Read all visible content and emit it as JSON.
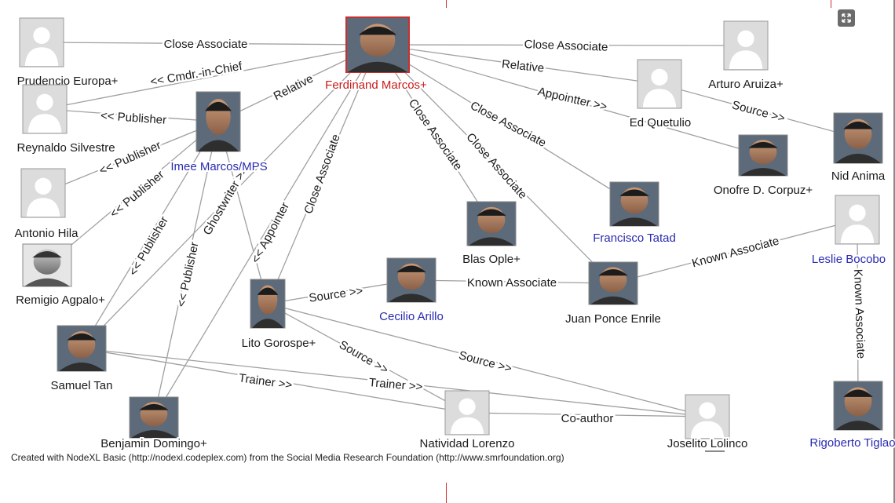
{
  "colors": {
    "edge": "#a0a0a0",
    "node_label": "#1a1a1a",
    "node_label_link": "#2a2ab0",
    "node_label_focus": "#c81a1a",
    "focus_border": "#c83030",
    "avatar_bg": "#dcdcdc",
    "avatar_fg": "#ffffff"
  },
  "icons": {
    "expand": "expand-icon",
    "placeholder": "person-silhouette-icon"
  },
  "footer": "Created with NodeXL Basic (http://nodexl.codeplex.com) from the Social Media Research Foundation (http://www.smrfoundation.org)",
  "nodes": [
    {
      "id": "ferdinand",
      "label": "Ferdinand Marcos+",
      "style": "focus",
      "photo": true
    },
    {
      "id": "prudencio",
      "label": "Prudencio Europa+",
      "style": "plain",
      "photo": false
    },
    {
      "id": "reynaldo",
      "label": "Reynaldo Silvestre",
      "style": "plain",
      "photo": false
    },
    {
      "id": "imee",
      "label": "Imee Marcos/MPS",
      "style": "link",
      "photo": true
    },
    {
      "id": "antonio",
      "label": "Antonio Hila",
      "style": "plain",
      "photo": false
    },
    {
      "id": "remigio",
      "label": "Remigio Agpalo+",
      "style": "plain",
      "photo": true
    },
    {
      "id": "samuel",
      "label": "Samuel Tan",
      "style": "plain",
      "photo": true
    },
    {
      "id": "benjamin",
      "label": "Benjamin Domingo+",
      "style": "plain",
      "photo": true
    },
    {
      "id": "lito",
      "label": "Lito Gorospe+",
      "style": "plain",
      "photo": true
    },
    {
      "id": "cecilio",
      "label": "Cecilio Arillo",
      "style": "link",
      "photo": true
    },
    {
      "id": "blas",
      "label": "Blas Ople+",
      "style": "plain",
      "photo": true
    },
    {
      "id": "francisco",
      "label": "Francisco Tatad",
      "style": "link",
      "photo": true
    },
    {
      "id": "juan",
      "label": "Juan Ponce Enrile",
      "style": "plain",
      "photo": true
    },
    {
      "id": "natividad",
      "label": "Natividad Lorenzo",
      "style": "plain",
      "photo": false
    },
    {
      "id": "joselito",
      "label": "Joselito Lolinco",
      "style": "plain",
      "photo": false
    },
    {
      "id": "ed",
      "label": "Ed Quetulio",
      "style": "plain",
      "photo": false
    },
    {
      "id": "arturo",
      "label": "Arturo Aruiza+",
      "style": "plain",
      "photo": false
    },
    {
      "id": "onofre",
      "label": "Onofre D. Corpuz+",
      "style": "plain",
      "photo": true
    },
    {
      "id": "nid",
      "label": "Nid Anima",
      "style": "plain",
      "photo": true
    },
    {
      "id": "leslie",
      "label": "Leslie Bocobo",
      "style": "link",
      "photo": false
    },
    {
      "id": "rigoberto",
      "label": "Rigoberto Tiglao",
      "style": "link",
      "photo": true
    }
  ],
  "edges": [
    {
      "from": "ferdinand",
      "to": "prudencio",
      "label": "Close Associate"
    },
    {
      "from": "ferdinand",
      "to": "reynaldo",
      "label": "<< Cmdr.-in-Chief"
    },
    {
      "from": "ferdinand",
      "to": "imee",
      "label": "Relative"
    },
    {
      "from": "ferdinand",
      "to": "arturo",
      "label": "Close Associate"
    },
    {
      "from": "ferdinand",
      "to": "ed",
      "label": "Relative"
    },
    {
      "from": "ferdinand",
      "to": "onofre",
      "label": "Appointter >>"
    },
    {
      "from": "ferdinand",
      "to": "francisco",
      "label": "Close Associate"
    },
    {
      "from": "ferdinand",
      "to": "blas",
      "label": "Close Associate"
    },
    {
      "from": "ferdinand",
      "to": "juan",
      "label": "Close Associate"
    },
    {
      "from": "ferdinand",
      "to": "lito",
      "label": "Close Associate"
    },
    {
      "from": "ferdinand",
      "to": "benjamin",
      "label": "<< Appointer"
    },
    {
      "from": "ferdinand",
      "to": "samuel",
      "label": ""
    },
    {
      "from": "imee",
      "to": "reynaldo",
      "label": "<< Publisher"
    },
    {
      "from": "imee",
      "to": "antonio",
      "label": "<< Publisher"
    },
    {
      "from": "imee",
      "to": "remigio",
      "label": "<< Publisher"
    },
    {
      "from": "imee",
      "to": "samuel",
      "label": "<< Publisher"
    },
    {
      "from": "imee",
      "to": "benjamin",
      "label": "<< Publisher"
    },
    {
      "from": "imee",
      "to": "lito",
      "label": "Ghostwriter >>"
    },
    {
      "from": "ed",
      "to": "nid",
      "label": "Source >>"
    },
    {
      "from": "lito",
      "to": "cecilio",
      "label": "Source >>"
    },
    {
      "from": "cecilio",
      "to": "juan",
      "label": "Known Associate"
    },
    {
      "from": "juan",
      "to": "leslie",
      "label": "Known Associate"
    },
    {
      "from": "leslie",
      "to": "rigoberto",
      "label": "Known Associate"
    },
    {
      "from": "lito",
      "to": "natividad",
      "label": "Source >>"
    },
    {
      "from": "lito",
      "to": "joselito",
      "label": "Source >>"
    },
    {
      "from": "samuel",
      "to": "natividad",
      "label": "Trainer >>"
    },
    {
      "from": "samuel",
      "to": "joselito",
      "label": "Trainer >>"
    },
    {
      "from": "natividad",
      "to": "joselito",
      "label": "Co-author"
    }
  ]
}
